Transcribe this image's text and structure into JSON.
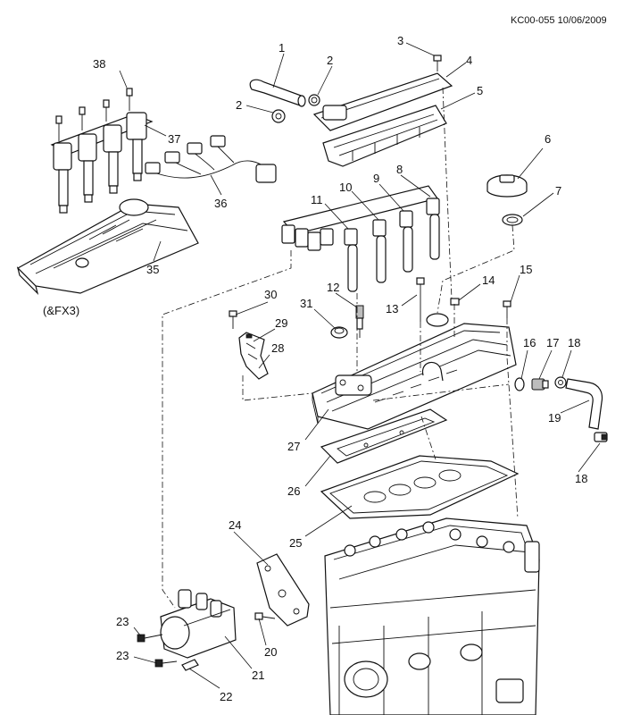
{
  "header": {
    "doc_ref": "KC00-055 10/06/2009"
  },
  "variant_note": "(&FX3)",
  "callouts": [
    {
      "id": "c1",
      "label": "1"
    },
    {
      "id": "c2a",
      "label": "2"
    },
    {
      "id": "c2b",
      "label": "2"
    },
    {
      "id": "c3",
      "label": "3"
    },
    {
      "id": "c4",
      "label": "4"
    },
    {
      "id": "c5",
      "label": "5"
    },
    {
      "id": "c6",
      "label": "6"
    },
    {
      "id": "c7",
      "label": "7"
    },
    {
      "id": "c8",
      "label": "8"
    },
    {
      "id": "c9",
      "label": "9"
    },
    {
      "id": "c10",
      "label": "10"
    },
    {
      "id": "c11",
      "label": "11"
    },
    {
      "id": "c12",
      "label": "12"
    },
    {
      "id": "c13",
      "label": "13"
    },
    {
      "id": "c14",
      "label": "14"
    },
    {
      "id": "c15",
      "label": "15"
    },
    {
      "id": "c16",
      "label": "16"
    },
    {
      "id": "c17",
      "label": "17"
    },
    {
      "id": "c18a",
      "label": "18"
    },
    {
      "id": "c18b",
      "label": "18"
    },
    {
      "id": "c19",
      "label": "19"
    },
    {
      "id": "c20",
      "label": "20"
    },
    {
      "id": "c21",
      "label": "21"
    },
    {
      "id": "c22",
      "label": "22"
    },
    {
      "id": "c23a",
      "label": "23"
    },
    {
      "id": "c23b",
      "label": "23"
    },
    {
      "id": "c24",
      "label": "24"
    },
    {
      "id": "c25",
      "label": "25"
    },
    {
      "id": "c26",
      "label": "26"
    },
    {
      "id": "c27",
      "label": "27"
    },
    {
      "id": "c28",
      "label": "28"
    },
    {
      "id": "c29",
      "label": "29"
    },
    {
      "id": "c30",
      "label": "30"
    },
    {
      "id": "c31",
      "label": "31"
    },
    {
      "id": "c35",
      "label": "35"
    },
    {
      "id": "c36",
      "label": "36"
    },
    {
      "id": "c37",
      "label": "37"
    },
    {
      "id": "c38",
      "label": "38"
    }
  ]
}
